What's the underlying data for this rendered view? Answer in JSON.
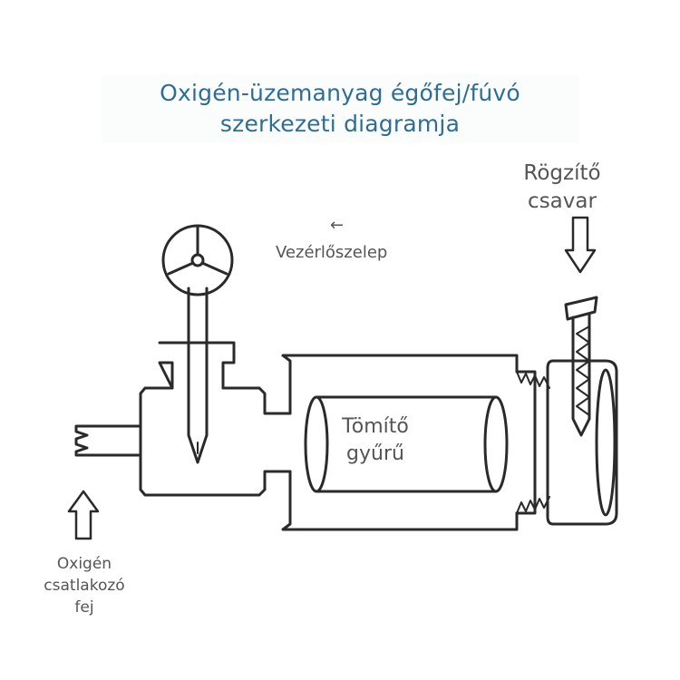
{
  "title": {
    "line1": "Oxigén-üzemanyag égőfej/fúvó",
    "line2": "szerkezeti diagramja"
  },
  "labels": {
    "fixing_screw_line1": "Rögzítő",
    "fixing_screw_line2": "csavar",
    "control_valve_arrow": "←",
    "control_valve": "Vezérlőszelep",
    "seal_ring_line1": "Tömítő",
    "seal_ring_line2": "gyűrű",
    "oxygen_connector_line1": "Oxigén",
    "oxygen_connector_line2": "csatlakozó",
    "oxygen_connector_line3": "fej"
  },
  "colors": {
    "title": "#2e6e95",
    "label": "#555555",
    "stroke": "#2a2a2a"
  }
}
